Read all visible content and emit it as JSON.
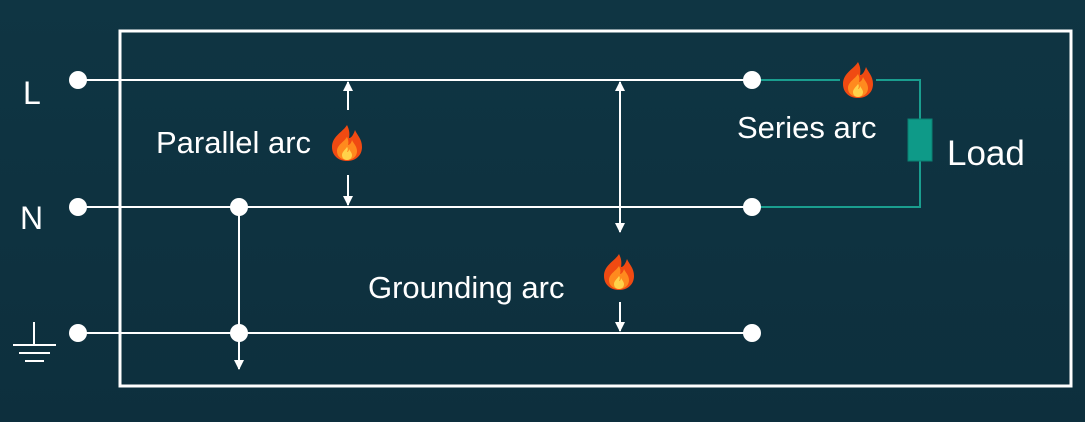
{
  "terminals": {
    "line": "L",
    "neutral": "N"
  },
  "labels": {
    "parallel_arc": "Parallel arc",
    "series_arc": "Series arc",
    "grounding_arc": "Grounding arc",
    "load": "Load"
  },
  "colors": {
    "background": "#0f3341",
    "wire": "#ffffff",
    "load_wire": "#1a9e8f",
    "load_fill": "#0e9a88",
    "flame_outer": "#f04a12",
    "flame_mid": "#ff8a1e",
    "flame_inner": "#ffd24a"
  },
  "icons": {
    "ground": "ground-symbol-icon",
    "arc": "flame-icon"
  }
}
